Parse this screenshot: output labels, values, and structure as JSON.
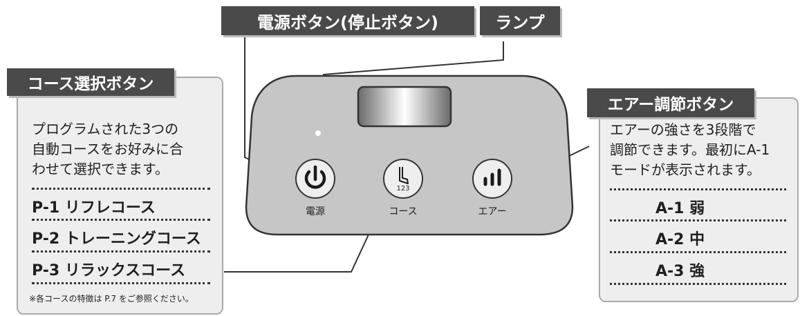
{
  "labels": {
    "power_button": "電源ボタン(停止ボタン)",
    "lamp": "ランプ",
    "course_select": "コース選択ボタン",
    "air_adjust": "エアー調節ボタン"
  },
  "course_panel": {
    "description_lines": [
      "プログラムされた3つの",
      "自動コースをお好みに合",
      "わせて選択できます。"
    ],
    "programs": [
      "P-1 リフレコース",
      "P-2 トレーニングコース",
      "P-3 リラックスコース"
    ],
    "note": "※各コースの特徴は P.7 をご参照ください。"
  },
  "air_panel": {
    "description_lines": [
      "エアーの強さを3段階で",
      "調節できます。最初にA-1",
      "モードが表示されます。"
    ],
    "levels": [
      "A-1 弱",
      "A-2 中",
      "A-3 強"
    ]
  },
  "device": {
    "power_label": "電源",
    "course_label": "コース",
    "air_label": "エアー",
    "course_icon_number": "123"
  }
}
